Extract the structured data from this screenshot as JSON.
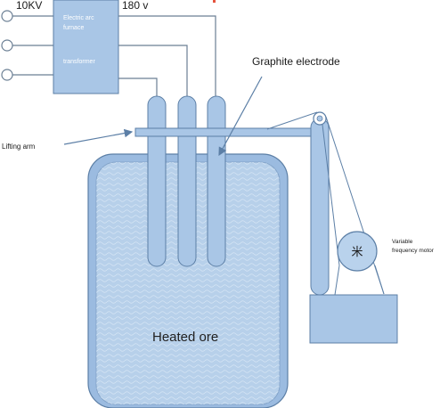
{
  "labels": {
    "voltage_in": "10KV",
    "voltage_out": "180 v",
    "box_line1": "Electric arc",
    "box_line2": "furnace",
    "box_line3": "transformer",
    "graphite_electrode": "Graphite electrode",
    "lifting_arm": "Lifting arm",
    "heated_ore": "Heated ore",
    "motor_line1": "Variable",
    "motor_line2": "frequency motor",
    "motor_symbol": "米"
  },
  "colors": {
    "fill": "#a9c6e6",
    "fill_light": "#b9d2ec",
    "stroke": "#5c7fa6",
    "wire": "#6b7f94",
    "ore": "#b7d0ea",
    "ore_outer": "#9bbbe0",
    "accent_mark": "#e5533d"
  },
  "icons": {
    "arrow": "arrow-icon",
    "motor": "motor-symbol-icon"
  }
}
